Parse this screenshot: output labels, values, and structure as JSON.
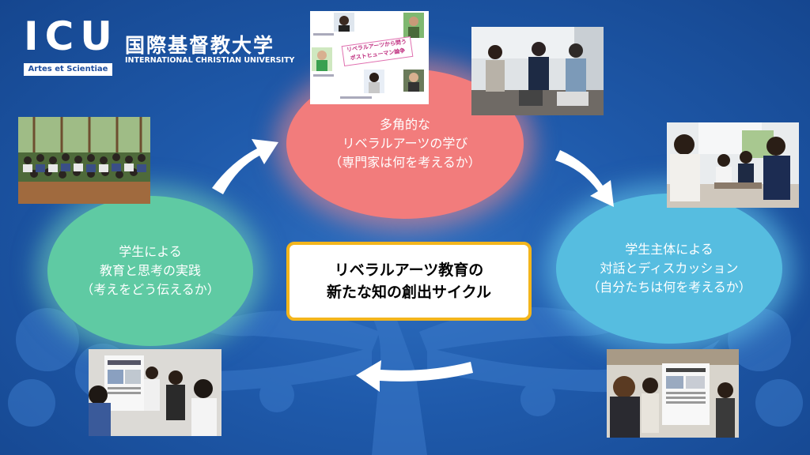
{
  "logo": {
    "main": "ICU",
    "badge": "Artes et Scientiae",
    "jp": "国際基督教大学",
    "en": "INTERNATIONAL CHRISTIAN UNIVERSITY"
  },
  "center": {
    "text": "リベラルアーツ教育の\n新たな知の創出サイクル"
  },
  "nodes": {
    "top": "多角的な\nリベラルアーツの学び\n（専門家は何を考えるか）",
    "right": "学生主体による\n対話とディスカッション\n（自分たちは何を考えるか）",
    "left": "学生による\n教育と思考の実践\n（考えをどう伝えるか）"
  },
  "collage": {
    "title": "リベラルアーツから問う\nポストヒューマン論争"
  },
  "colors": {
    "background": "#1f5aab",
    "top_circle": "#f27c7c",
    "left_circle": "#5fcaa3",
    "right_circle": "#56bde0",
    "center_border": "#f3b51c"
  }
}
